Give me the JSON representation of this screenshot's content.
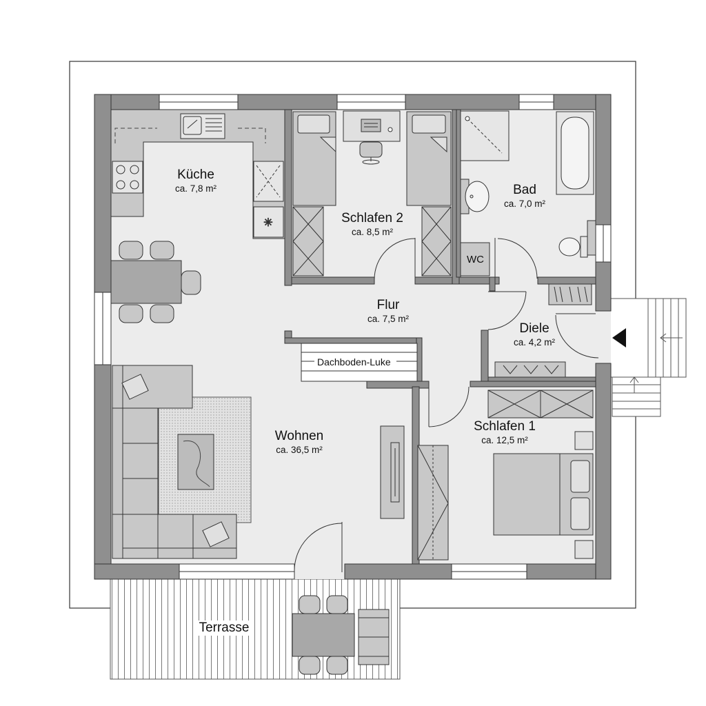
{
  "colors": {
    "wall": "#8f8f8f",
    "floor": "#ececec",
    "furniture": "#c8c8c8",
    "line": "#333333",
    "background": "#ffffff"
  },
  "rooms": {
    "kueche": {
      "name": "Küche",
      "area": "ca. 7,8 m²"
    },
    "schlafen2": {
      "name": "Schlafen 2",
      "area": "ca. 8,5 m²"
    },
    "bad": {
      "name": "Bad",
      "area": "ca. 7,0 m²"
    },
    "flur": {
      "name": "Flur",
      "area": "ca. 7,5 m²"
    },
    "diele": {
      "name": "Diele",
      "area": "ca. 4,2 m²"
    },
    "wohnen": {
      "name": "Wohnen",
      "area": "ca. 36,5 m²"
    },
    "schlafen1": {
      "name": "Schlafen 1",
      "area": "ca. 12,5 m²"
    },
    "terrasse": {
      "name": "Terrasse"
    }
  },
  "labels": {
    "wc": "WC",
    "dachboden": "Dachboden-Luke"
  },
  "icons": [
    "entrance-arrow-icon",
    "sink-icon",
    "stove-icon",
    "laptop-icon",
    "toilet-icon",
    "shower-icon",
    "bathtub-icon"
  ]
}
